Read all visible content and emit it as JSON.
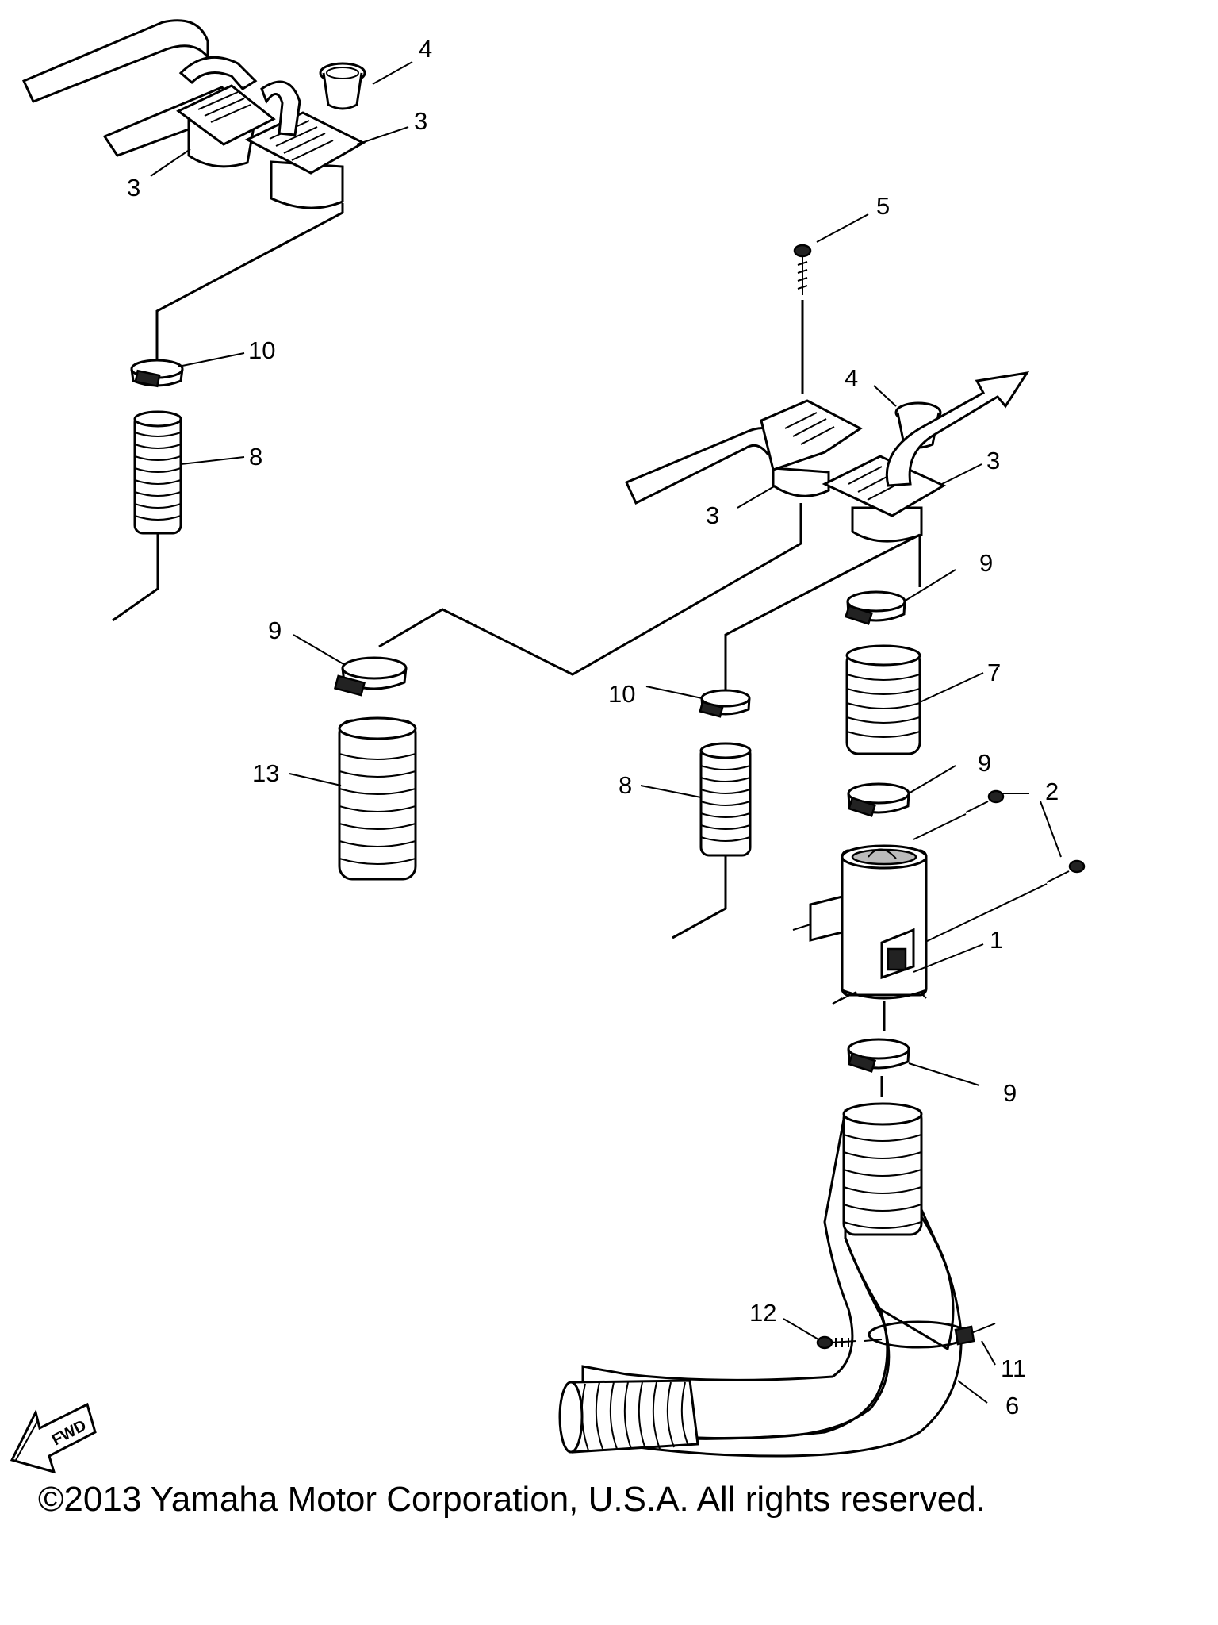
{
  "diagram": {
    "callouts": [
      {
        "id": "c4a",
        "label": "4"
      },
      {
        "id": "c3a",
        "label": "3"
      },
      {
        "id": "c3b",
        "label": "3"
      },
      {
        "id": "c5",
        "label": "5"
      },
      {
        "id": "c10a",
        "label": "10"
      },
      {
        "id": "c8a",
        "label": "8"
      },
      {
        "id": "c4b",
        "label": "4"
      },
      {
        "id": "c3c",
        "label": "3"
      },
      {
        "id": "c3d",
        "label": "3"
      },
      {
        "id": "c9a",
        "label": "9"
      },
      {
        "id": "c9b",
        "label": "9"
      },
      {
        "id": "c7",
        "label": "7"
      },
      {
        "id": "c10b",
        "label": "10"
      },
      {
        "id": "c13",
        "label": "13"
      },
      {
        "id": "c8b",
        "label": "8"
      },
      {
        "id": "c9c",
        "label": "9"
      },
      {
        "id": "c2",
        "label": "2"
      },
      {
        "id": "c1",
        "label": "1"
      },
      {
        "id": "c9d",
        "label": "9"
      },
      {
        "id": "c12",
        "label": "12"
      },
      {
        "id": "c11",
        "label": "11"
      },
      {
        "id": "c6",
        "label": "6"
      }
    ],
    "fwd_label": "FWD",
    "copyright": "©2013 Yamaha Motor Corporation, U.S.A. All rights reserved."
  }
}
